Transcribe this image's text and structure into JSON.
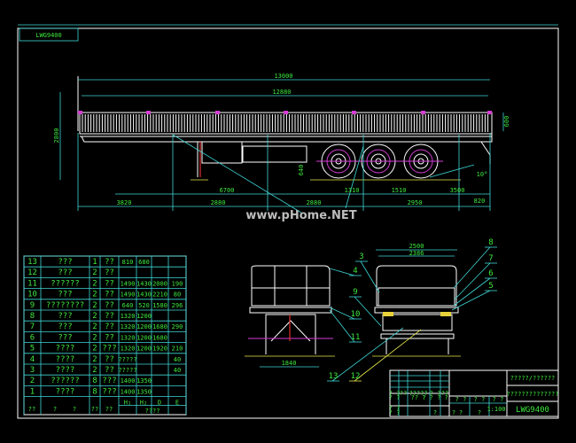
{
  "drawing": {
    "code_mirrored": "LWG9400",
    "watermark": "www.pHome.NET",
    "colors": {
      "background": "#000000",
      "outline": "#ffffff",
      "dimension": "#3fd6d6",
      "text": "#3ee83e",
      "center": "#d43cd4",
      "part": "#e03030"
    }
  },
  "side_view": {
    "dims": {
      "overall_length": "13000",
      "body_length": "12880",
      "overall_height": "2800",
      "rail_height": "600",
      "deck_height": "640",
      "d_landing_to_axle": "6700",
      "axle_spacing_1": "1310",
      "axle_spacing_2": "1510",
      "rear_overhang_a": "3500",
      "front_to_kingpin": "3820",
      "seg_2": "2880",
      "seg_3": "2880",
      "seg_4": "2950",
      "rear_end": "820",
      "angle": "10°"
    }
  },
  "end_views": {
    "dims": {
      "track": "1840",
      "overall_width": "2500",
      "inner_width": "2386"
    },
    "callouts": [
      "3",
      "4",
      "5",
      "6",
      "7",
      "8",
      "9",
      "10",
      "11",
      "12",
      "13"
    ]
  },
  "parts_table": {
    "rows": [
      [
        "13",
        "???",
        "1",
        "??",
        "810",
        "680",
        "",
        ""
      ],
      [
        "12",
        "???",
        "2",
        "??",
        "",
        "",
        "",
        ""
      ],
      [
        "11",
        "??????",
        "2",
        "??",
        "1490",
        "1430",
        "2000",
        "190"
      ],
      [
        "10",
        "???",
        "2",
        "??",
        "1490",
        "1430",
        "2210",
        "80"
      ],
      [
        "9",
        "????????",
        "2",
        "??",
        "640",
        "520",
        "1580",
        "296"
      ],
      [
        "8",
        "???",
        "2",
        "??",
        "1320",
        "1200",
        "",
        ""
      ],
      [
        "7",
        "???",
        "2",
        "??",
        "1320",
        "1200",
        "1680",
        "290"
      ],
      [
        "6",
        "???",
        "2",
        "??",
        "1320",
        "1200",
        "1680",
        ""
      ],
      [
        "5",
        "????",
        "2",
        "???",
        "1320",
        "1200",
        "1920",
        "210"
      ],
      [
        "4",
        "????",
        "2",
        "??",
        "?????",
        "",
        "",
        "40"
      ],
      [
        "3",
        "????",
        "2",
        "??",
        "?????",
        "",
        "",
        "40"
      ],
      [
        "2",
        "??????",
        "8",
        "???",
        "1400",
        "1350",
        "",
        ""
      ],
      [
        "1",
        "????",
        "8",
        "???",
        "1400",
        "1350",
        "",
        ""
      ]
    ],
    "header": {
      "no": "??",
      "name_a": "?",
      "name_b": "?",
      "qty": "??",
      "mat": "??",
      "h1": "H₁",
      "h2": "H₂",
      "d": "D",
      "e": "E",
      "group": "????"
    }
  },
  "title_block": {
    "title_1": "?????/??????",
    "title_2": "??????????????",
    "code": "LWG9400",
    "scale": "1:100",
    "small_labels": [
      "? ?",
      "??",
      "?????",
      "? ?",
      "??",
      "? ?",
      "?? ?",
      "? ? ? ?",
      "? ?",
      "? ?",
      "? ?",
      "? ?",
      "? ?",
      "?",
      "?",
      "?",
      "?"
    ]
  }
}
